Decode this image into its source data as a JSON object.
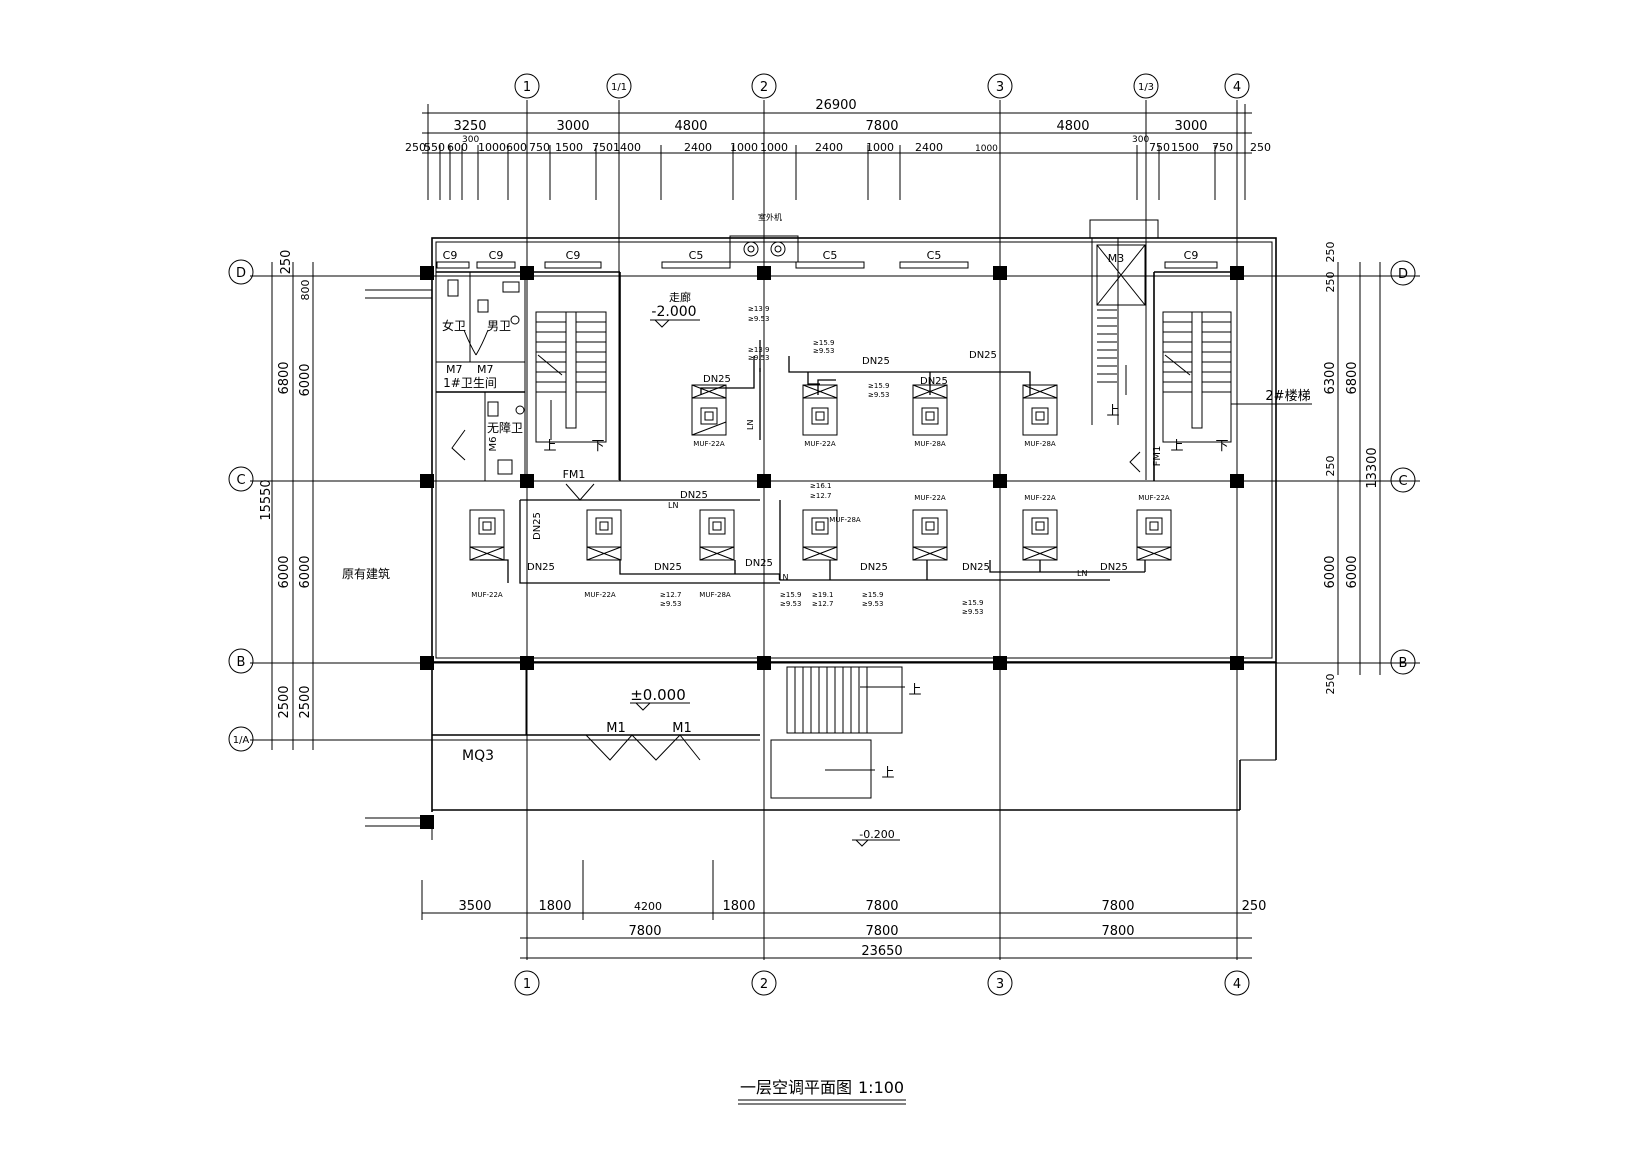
{
  "title": "一层空调平面图",
  "scale": "1:100",
  "axes": {
    "top": [
      "1",
      "1/1",
      "2",
      "3",
      "1/3",
      "4"
    ],
    "bottom": [
      "1",
      "2",
      "3",
      "4"
    ],
    "left": [
      "D",
      "C",
      "B",
      "1/A"
    ],
    "right": [
      "D",
      "C",
      "B"
    ]
  },
  "dimensions": {
    "top_total": "26900",
    "top_row1": [
      "3250",
      "3000",
      "4800",
      "7800",
      "4800",
      "3000"
    ],
    "top_row2": [
      "250",
      "550",
      "600",
      "300",
      "1000",
      "600",
      "750",
      "1500",
      "750",
      "1400",
      "2400",
      "1000",
      "1000",
      "2400",
      "1000",
      "2400",
      "1000",
      "300",
      "750",
      "1500",
      "750",
      "250"
    ],
    "bottom_row1": [
      "3500",
      "1800",
      "4200",
      "1800",
      "7800",
      "7800",
      "250"
    ],
    "bottom_row2": [
      "7800",
      "7800",
      "7800"
    ],
    "bottom_total": "23650",
    "left_outer": [
      "250",
      "6800",
      "15550",
      "6000",
      "2500"
    ],
    "left_inner": [
      "800",
      "6000",
      "6000",
      "2500"
    ],
    "right_outer": [
      "250",
      "250",
      "6300",
      "250",
      "6000",
      "250"
    ],
    "right_mid": [
      "6800",
      "6000"
    ],
    "right_total": "13300"
  },
  "windows": [
    "C9",
    "C9",
    "C9",
    "C5",
    "C5",
    "C5",
    "C9"
  ],
  "doors": [
    "M7",
    "M7",
    "M6",
    "FM1",
    "FM1",
    "M3",
    "M1",
    "M1",
    "MQ3"
  ],
  "rooms": {
    "female_wc": "女卫",
    "male_wc": "男卫",
    "wc1": "1#卫生间",
    "accessible_wc": "无障卫",
    "existing_building": "原有建筑",
    "stair2": "2#楼梯",
    "up": "上",
    "down": "下",
    "corridor": "走廊"
  },
  "elevations": [
    "-2.000",
    "±0.000",
    "-0.200"
  ],
  "pipes": {
    "size": "DN25",
    "condensate": "LN",
    "tags": [
      "≥13.9",
      "≥9.53",
      "≥12.7",
      "≥16.1",
      "≥19.1",
      "≥15.9"
    ]
  },
  "equipment": {
    "outdoor_unit": "室外机",
    "fcu_labels": [
      "MUF-22A",
      "MUF-22A",
      "MUF-28A",
      "MUF-28A",
      "MUF-22A",
      "MUF-22A",
      "MUF-28A",
      "MUF-28A",
      "MUF-22A",
      "MUF-22A",
      "MUF-22A"
    ]
  }
}
